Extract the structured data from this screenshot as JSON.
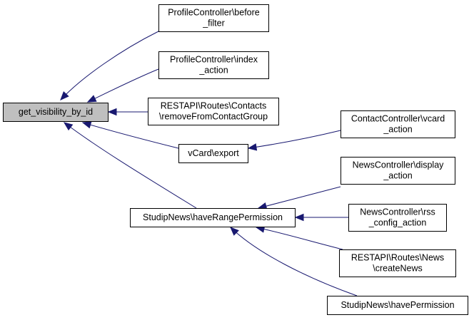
{
  "nodes": [
    {
      "id": "root",
      "lines": [
        "get_visibility_by_id"
      ],
      "root": true
    },
    {
      "id": "pc_before",
      "lines": [
        "ProfileController\\before",
        "_filter"
      ]
    },
    {
      "id": "pc_index",
      "lines": [
        "ProfileController\\index",
        "_action"
      ]
    },
    {
      "id": "rest_contacts",
      "lines": [
        "RESTAPI\\Routes\\Contacts",
        "\\removeFromContactGroup"
      ]
    },
    {
      "id": "vcard_export",
      "lines": [
        "vCard\\export"
      ]
    },
    {
      "id": "cc_vcard",
      "lines": [
        "ContactController\\vcard",
        "_action"
      ]
    },
    {
      "id": "sn_range",
      "lines": [
        "StudipNews\\haveRangePermission"
      ]
    },
    {
      "id": "nc_display",
      "lines": [
        "NewsController\\display",
        "_action"
      ]
    },
    {
      "id": "nc_rss",
      "lines": [
        "NewsController\\rss",
        "_config_action"
      ]
    },
    {
      "id": "rest_news",
      "lines": [
        "RESTAPI\\Routes\\News",
        "\\createNews"
      ]
    },
    {
      "id": "sn_have",
      "lines": [
        "StudipNews\\havePermission"
      ]
    }
  ],
  "edges": [
    {
      "from": "pc_before",
      "to": "root"
    },
    {
      "from": "pc_index",
      "to": "root"
    },
    {
      "from": "rest_contacts",
      "to": "root"
    },
    {
      "from": "vcard_export",
      "to": "root"
    },
    {
      "from": "sn_range",
      "to": "root"
    },
    {
      "from": "cc_vcard",
      "to": "vcard_export"
    },
    {
      "from": "nc_display",
      "to": "sn_range"
    },
    {
      "from": "nc_rss",
      "to": "sn_range"
    },
    {
      "from": "rest_news",
      "to": "sn_range"
    },
    {
      "from": "sn_have",
      "to": "sn_range"
    }
  ],
  "colors": {
    "edge": "#191970",
    "root_fill": "#bfbfbf",
    "node_fill": "#ffffff",
    "border": "#000000"
  }
}
